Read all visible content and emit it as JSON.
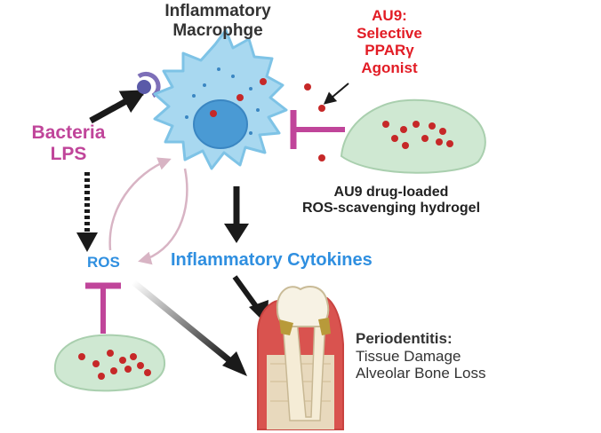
{
  "macrophage_title": "Inflammatory\nMacrophge",
  "au9_label": "AU9:\nSelective\nPPARγ\nAgonist",
  "bacteria_label": "Bacteria\nLPS",
  "hydrogel_label": "AU9 drug-loaded\nROS-scavenging hydrogel",
  "ros_label": "ROS",
  "cytokines_label": "Inflammatory Cytokines",
  "periodontitis": {
    "heading": "Periodentitis:",
    "line1": "Tissue Damage",
    "line2": "Alveolar  Bone Loss"
  },
  "colors": {
    "red_text": "#e21c25",
    "magenta": "#c0459a",
    "blue_text": "#2f8fe0",
    "cell_fill": "#a8d8f0",
    "nucleus": "#4a9ad4",
    "hydrogel": "#cfe8d2",
    "drug_dot": "#c62828",
    "gum": "#d9534f",
    "bone": "#e8d9bd"
  }
}
